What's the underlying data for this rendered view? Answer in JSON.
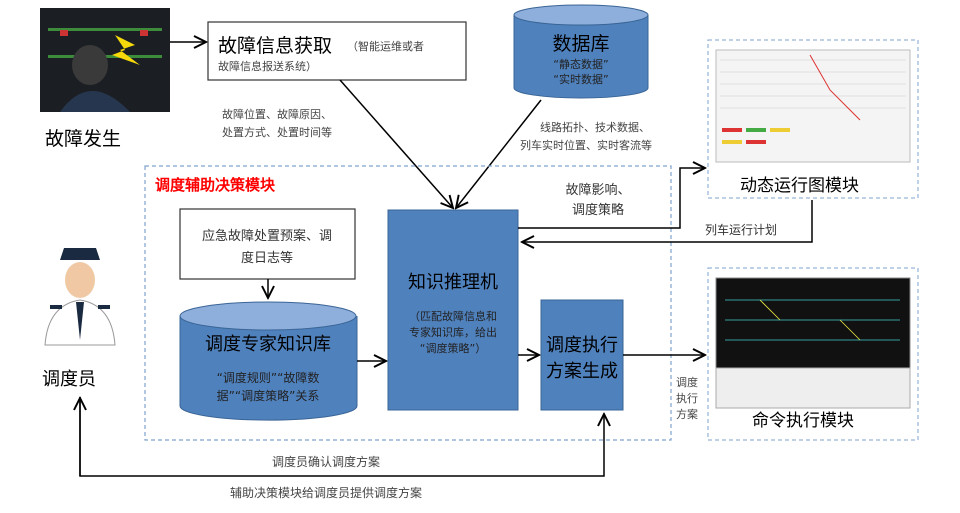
{
  "fault_occurrence": {
    "label": "故障发生"
  },
  "fault_info": {
    "title": "故障信息获取",
    "subtitle_1": "（智能运维或者",
    "subtitle_2": "故障信息报送系统）"
  },
  "fault_details": {
    "line1": "故障位置、故障原因、",
    "line2": "处置方式、处置时间等"
  },
  "database": {
    "title": "数据库",
    "line1": "“静态数据”",
    "line2": "“实时数据”"
  },
  "database_details": {
    "line1": "线路拓扑、技术数据、",
    "line2": "列车实时位置、实时客流等"
  },
  "module": {
    "title": "调度辅助决策模块",
    "title_color": "#ff0000"
  },
  "emergency_plan": {
    "line1": "应急故障处置预案、调",
    "line2": "度日志等"
  },
  "expert_kb": {
    "title": "调度专家知识库",
    "line1": "“调度规则”“故障数",
    "line2": "据”“调度策略”关系"
  },
  "inference": {
    "title": "知识推理机",
    "line1": "（匹配故障信息和",
    "line2": "专家知识库，给出",
    "line3": "“调度策略”）"
  },
  "exec_plan": {
    "line1": "调度执行",
    "line2": "方案生成"
  },
  "impact": {
    "line1": "故障影响、",
    "line2": "调度策略"
  },
  "train_plan": {
    "label": "列车运行计划"
  },
  "dynamic_chart": {
    "label": "动态运行图模块"
  },
  "command_exec": {
    "label": "命令执行模块"
  },
  "exec_plan_arrow": {
    "line1": "调度",
    "line2": "执行",
    "line3": "方案"
  },
  "dispatcher": {
    "label": "调度员"
  },
  "confirm": {
    "label": "调度员确认调度方案"
  },
  "provide": {
    "label": "辅助决策模块给调度员提供调度方案"
  },
  "colors": {
    "box_blue": "#4f81bd",
    "box_border": "#3a6596",
    "dashed": "#7fa3cf"
  }
}
